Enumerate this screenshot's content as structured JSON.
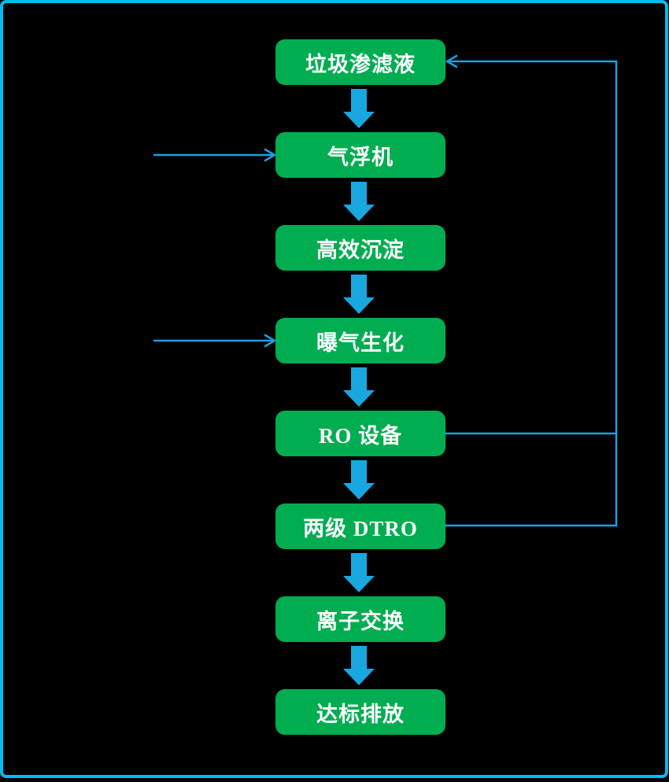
{
  "diagram": {
    "nodes": [
      {
        "id": "landfill-leachate",
        "label": "垃圾渗滤液"
      },
      {
        "id": "air-flotation",
        "label": "气浮机"
      },
      {
        "id": "high-efficiency-sedimentation",
        "label": "高效沉淀"
      },
      {
        "id": "aeration-biochemical",
        "label": "曝气生化"
      },
      {
        "id": "ro-equipment",
        "label": "RO 设备"
      },
      {
        "id": "two-stage-dtro",
        "label": "两级 DTRO"
      },
      {
        "id": "ion-exchange",
        "label": "离子交换"
      },
      {
        "id": "discharge-up-to-standard",
        "label": "达标排放"
      }
    ],
    "edges": [
      {
        "from": "垃圾渗滤液",
        "to": "气浮机",
        "type": "thick-down-arrow"
      },
      {
        "from": "气浮机",
        "to": "高效沉淀",
        "type": "thick-down-arrow"
      },
      {
        "from": "高效沉淀",
        "to": "曝气生化",
        "type": "thick-down-arrow"
      },
      {
        "from": "曝气生化",
        "to": "RO 设备",
        "type": "thick-down-arrow"
      },
      {
        "from": "RO 设备",
        "to": "两级 DTRO",
        "type": "thick-down-arrow"
      },
      {
        "from": "两级 DTRO",
        "to": "离子交换",
        "type": "thick-down-arrow"
      },
      {
        "from": "离子交换",
        "to": "达标排放",
        "type": "thick-down-arrow"
      },
      {
        "from": null,
        "to": "气浮机",
        "type": "side-input-arrow-left"
      },
      {
        "from": null,
        "to": "曝气生化",
        "type": "side-input-arrow-left"
      },
      {
        "from": "RO 设备",
        "to": "垃圾渗滤液",
        "type": "recycle-right-loop"
      },
      {
        "from": "两级 DTRO",
        "to": "垃圾渗滤液",
        "type": "recycle-right-loop"
      }
    ]
  },
  "colors": {
    "node_green": "#00AD51",
    "arrow_blue": "#19A7E0",
    "line_blue": "#1B9FE3",
    "border_blue": "#00BCF2",
    "text_white": "#FFFFFF",
    "background": "#000000"
  }
}
